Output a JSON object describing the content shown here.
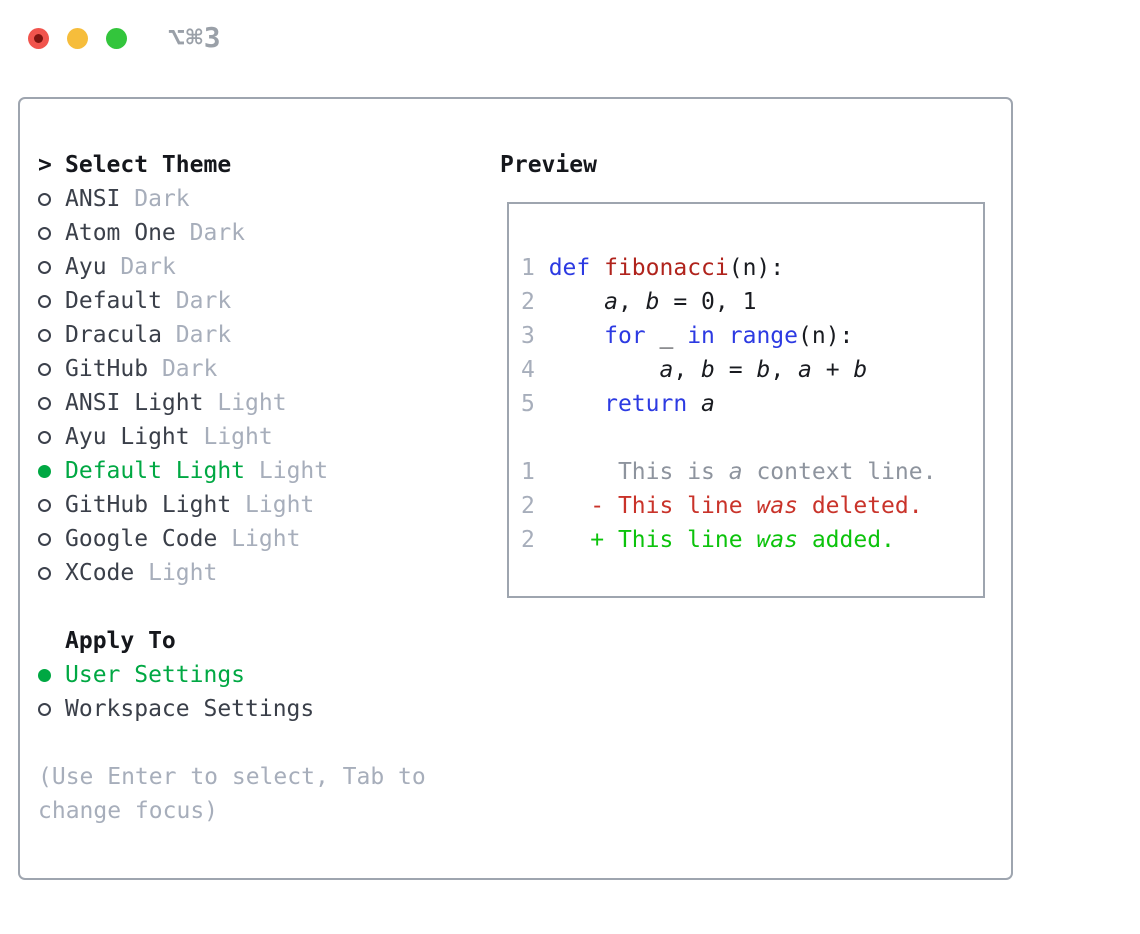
{
  "titlebar": {
    "shortcut": "⌥⌘3"
  },
  "theme_list": {
    "header": "Select Theme",
    "header_marker": ">",
    "items": [
      {
        "name": "ANSI",
        "variant": "Dark",
        "selected": false
      },
      {
        "name": "Atom One",
        "variant": "Dark",
        "selected": false
      },
      {
        "name": "Ayu",
        "variant": "Dark",
        "selected": false
      },
      {
        "name": "Default",
        "variant": "Dark",
        "selected": false
      },
      {
        "name": "Dracula",
        "variant": "Dark",
        "selected": false
      },
      {
        "name": "GitHub",
        "variant": "Dark",
        "selected": false
      },
      {
        "name": "ANSI Light",
        "variant": "Light",
        "selected": false
      },
      {
        "name": "Ayu Light",
        "variant": "Light",
        "selected": false
      },
      {
        "name": "Default Light",
        "variant": "Light",
        "selected": true
      },
      {
        "name": "GitHub Light",
        "variant": "Light",
        "selected": false
      },
      {
        "name": "Google Code",
        "variant": "Light",
        "selected": false
      },
      {
        "name": "XCode",
        "variant": "Light",
        "selected": false
      }
    ]
  },
  "apply_to": {
    "header": "Apply To",
    "options": [
      {
        "label": "User Settings",
        "selected": true
      },
      {
        "label": "Workspace Settings",
        "selected": false
      }
    ]
  },
  "help": {
    "line1": "(Use Enter to select, Tab to",
    "line2": "change focus)"
  },
  "preview": {
    "title": "Preview",
    "lines": [
      [
        {
          "c": "num",
          "t": "1 "
        },
        {
          "c": "kw",
          "t": "def"
        },
        {
          "c": "pl",
          "t": " "
        },
        {
          "c": "fn",
          "t": "fibonacci"
        },
        {
          "c": "pl",
          "t": "(n):"
        }
      ],
      [
        {
          "c": "num",
          "t": "2 "
        },
        {
          "c": "pl",
          "t": "    "
        },
        {
          "c": "var",
          "t": "a"
        },
        {
          "c": "pl",
          "t": ", "
        },
        {
          "c": "var",
          "t": "b"
        },
        {
          "c": "pl",
          "t": " = 0, 1"
        }
      ],
      [
        {
          "c": "num",
          "t": "3 "
        },
        {
          "c": "pl",
          "t": "    "
        },
        {
          "c": "kw",
          "t": "for"
        },
        {
          "c": "pl",
          "t": " _ "
        },
        {
          "c": "kw",
          "t": "in"
        },
        {
          "c": "pl",
          "t": " "
        },
        {
          "c": "kw",
          "t": "range"
        },
        {
          "c": "pl",
          "t": "(n):"
        }
      ],
      [
        {
          "c": "num",
          "t": "4 "
        },
        {
          "c": "pl",
          "t": "        "
        },
        {
          "c": "var",
          "t": "a"
        },
        {
          "c": "pl",
          "t": ", "
        },
        {
          "c": "var",
          "t": "b"
        },
        {
          "c": "pl",
          "t": " = "
        },
        {
          "c": "var",
          "t": "b"
        },
        {
          "c": "pl",
          "t": ", "
        },
        {
          "c": "var",
          "t": "a"
        },
        {
          "c": "pl",
          "t": " + "
        },
        {
          "c": "var",
          "t": "b"
        }
      ],
      [
        {
          "c": "num",
          "t": "5 "
        },
        {
          "c": "pl",
          "t": "    "
        },
        {
          "c": "kw",
          "t": "return"
        },
        {
          "c": "pl",
          "t": " "
        },
        {
          "c": "var",
          "t": "a"
        }
      ],
      [],
      [
        {
          "c": "num",
          "t": "1"
        },
        {
          "c": "pl",
          "t": "      "
        },
        {
          "c": "ctx",
          "t": "This is "
        },
        {
          "c": "ctxi",
          "t": "a"
        },
        {
          "c": "ctx",
          "t": " context line."
        }
      ],
      [
        {
          "c": "num",
          "t": "2"
        },
        {
          "c": "pl",
          "t": "    "
        },
        {
          "c": "del",
          "t": "- This line "
        },
        {
          "c": "deli",
          "t": "was"
        },
        {
          "c": "del",
          "t": " deleted."
        }
      ],
      [
        {
          "c": "num",
          "t": "2"
        },
        {
          "c": "pl",
          "t": "    "
        },
        {
          "c": "add",
          "t": "+ This line "
        },
        {
          "c": "addi",
          "t": "was"
        },
        {
          "c": "add",
          "t": " added."
        }
      ]
    ]
  },
  "colors": {
    "selection_green": "#00a843",
    "keyword_blue": "#2c3ae2",
    "function_red": "#b0231c",
    "deleted_red": "#c9332a",
    "added_green": "#0cc30c",
    "muted_gray": "#a7aebb",
    "border_gray": "#9ea5af"
  }
}
